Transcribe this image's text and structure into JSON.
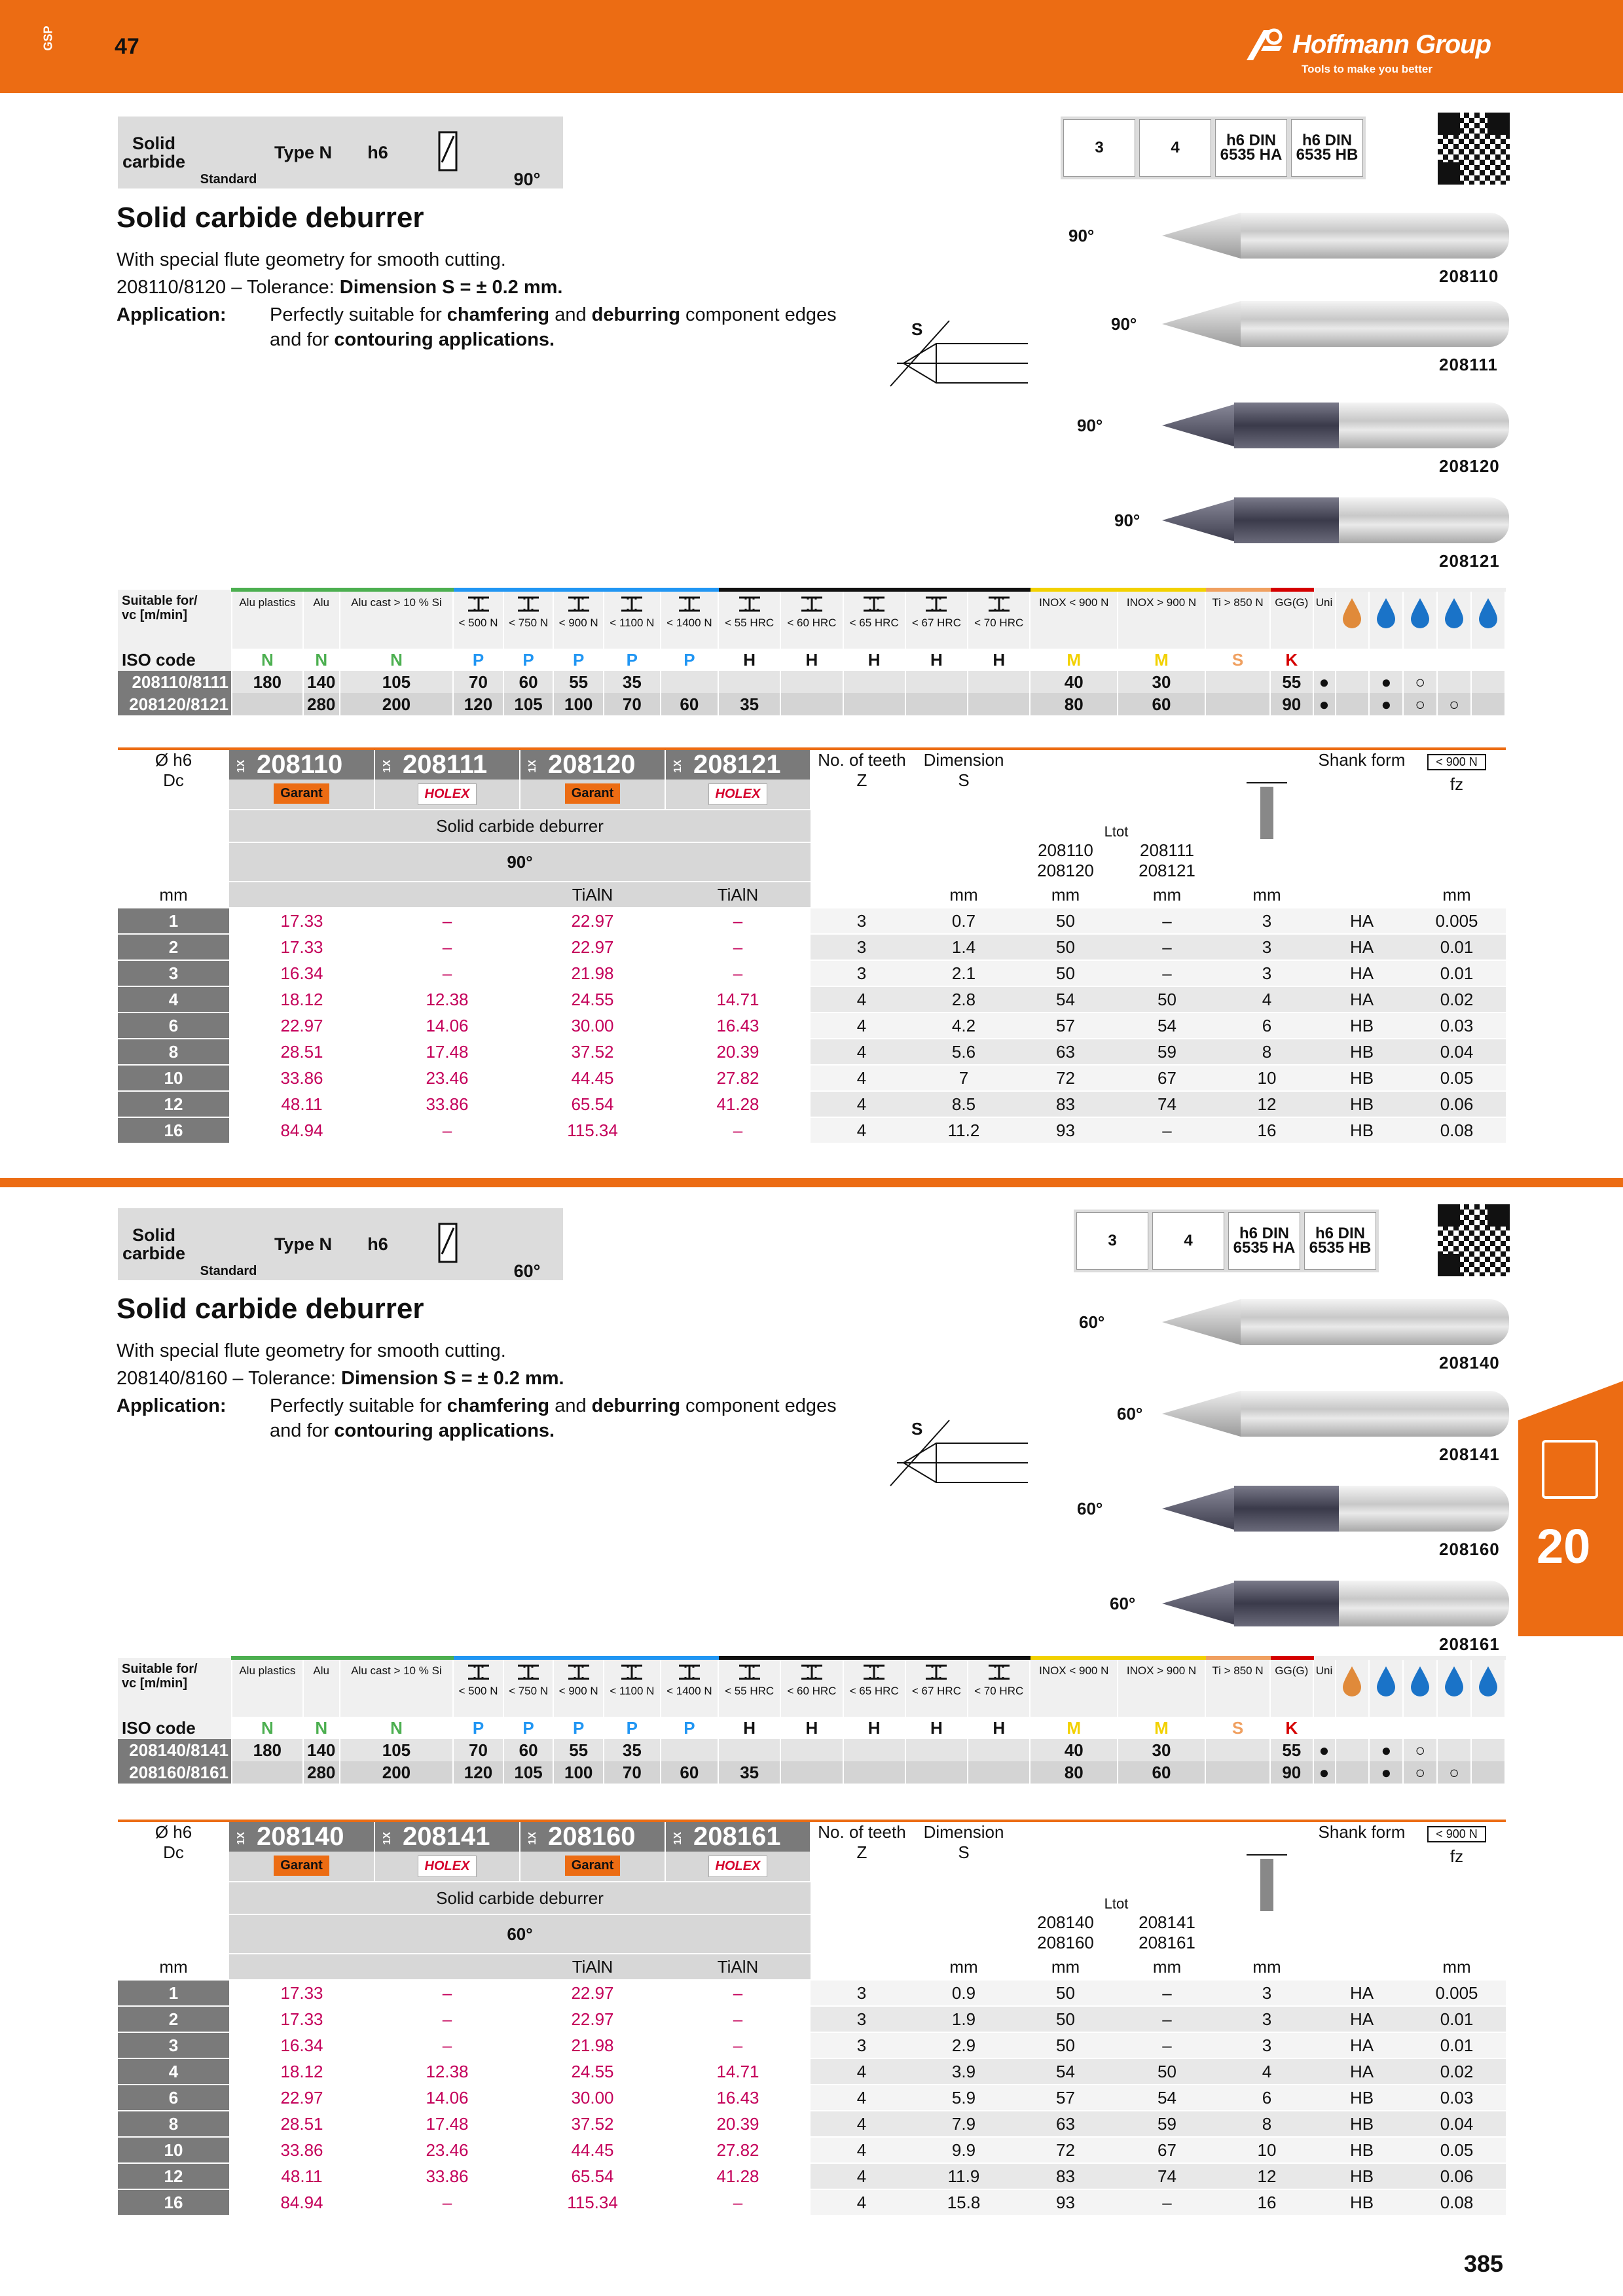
{
  "header": {
    "side_label": "GSP",
    "page_top": "47",
    "brand": "Hoffmann Group",
    "tagline": "Tools to make you better"
  },
  "page_number": "385",
  "section_tab": "20",
  "sections": [
    {
      "material": "Solid carbide",
      "standard": "Standard",
      "type": "Type N",
      "tolerance": "h6",
      "angle_badge": "90°",
      "tool_icons": [
        "3",
        "4",
        "h6 DIN 6535 HA",
        "h6 DIN 6535 HB"
      ],
      "title": "Solid carbide deburrer",
      "desc1": "With special flute geometry for smooth cutting.",
      "desc2_prefix": "208110/8120 –",
      "desc2_label": "Tolerance:",
      "desc2_value": "Dimension S = ± 0.2 mm.",
      "app_label": "Application:",
      "app_text1": "Perfectly suitable for",
      "app_b1": "chamfering",
      "app_and": "and",
      "app_b2": "deburring",
      "app_text2": "component edges",
      "app_line2_pre": "and for",
      "app_line2_b": "contouring applications.",
      "s_label": "S",
      "tools": [
        {
          "angle": "90°",
          "code": "208110",
          "dark": false
        },
        {
          "angle": "90°",
          "code": "208111",
          "dark": false
        },
        {
          "angle": "90°",
          "code": "208120",
          "dark": true
        },
        {
          "angle": "90°",
          "code": "208121",
          "dark": true
        }
      ],
      "suit": {
        "label1": "Suitable for/",
        "label2": "vc [m/min]",
        "iso_label": "ISO code",
        "cols": [
          "Alu plastics",
          "Alu",
          "Alu cast > 10 % Si",
          "< 500 N",
          "< 750 N",
          "< 900 N",
          "< 1100 N",
          "< 1400 N",
          "< 55 HRC",
          "< 60 HRC",
          "< 65 HRC",
          "< 67 HRC",
          "< 70 HRC",
          "INOX < 900 N",
          "INOX > 900 N",
          "Ti > 850 N",
          "GG(G)",
          "Uni",
          "",
          "",
          "",
          "",
          ""
        ],
        "iso": [
          "N",
          "N",
          "N",
          "P",
          "P",
          "P",
          "P",
          "P",
          "H",
          "H",
          "H",
          "H",
          "H",
          "M",
          "M",
          "S",
          "K",
          "",
          "",
          "",
          "",
          "",
          ""
        ],
        "iso_colors": [
          "#4caf50",
          "#4caf50",
          "#4caf50",
          "#2196f3",
          "#2196f3",
          "#2196f3",
          "#2196f3",
          "#2196f3",
          "#111",
          "#111",
          "#111",
          "#111",
          "#111",
          "#f2d100",
          "#f2d100",
          "#f0a060",
          "#d50000",
          "",
          "",
          "",
          "",
          "",
          ""
        ],
        "rows": [
          {
            "label": "208110/8111",
            "vals": [
              "180",
              "140",
              "105",
              "70",
              "60",
              "55",
              "35",
              "",
              "",
              "",
              "",
              "",
              "",
              "40",
              "30",
              "",
              "55",
              "●",
              "",
              "●",
              "○",
              ""
            ]
          },
          {
            "label": "208120/8121",
            "vals": [
              "",
              "280",
              "200",
              "120",
              "105",
              "100",
              "70",
              "60",
              "35",
              "",
              "",
              "",
              "",
              "80",
              "60",
              "",
              "90",
              "●",
              "",
              "●",
              "○",
              "○"
            ]
          }
        ]
      },
      "table": {
        "dc_label": "Ø h6",
        "dc_sub": "Dc",
        "orders": [
          {
            "pack": "1X",
            "code": "208110",
            "brand": "Garant"
          },
          {
            "pack": "1X",
            "code": "208111",
            "brand": "HOLEX"
          },
          {
            "pack": "1X",
            "code": "208120",
            "brand": "Garant"
          },
          {
            "pack": "1X",
            "code": "208121",
            "brand": "HOLEX"
          }
        ],
        "desc": "Solid carbide deburrer",
        "angle": "90°",
        "coat3": "TiAlN",
        "coat4": "TiAlN",
        "h_teeth": "No. of teeth",
        "h_teeth_sub": "Z",
        "h_dim": "Dimension",
        "h_dim_sub": "S",
        "h_ltot_a": "208110",
        "h_ltot_b": "208120",
        "h_ltot_c": "208111",
        "h_ltot_d": "208121",
        "ltot_label": "Ltot",
        "h_shank": "Shank form",
        "fz_top": "< 900 N",
        "fz_label": "fz",
        "units": [
          "mm",
          "mm",
          "mm",
          "mm",
          "mm",
          "mm"
        ],
        "rows": [
          [
            "1",
            "17.33",
            "–",
            "22.97",
            "–",
            "3",
            "0.7",
            "50",
            "–",
            "3",
            "HA",
            "0.005"
          ],
          [
            "2",
            "17.33",
            "–",
            "22.97",
            "–",
            "3",
            "1.4",
            "50",
            "–",
            "3",
            "HA",
            "0.01"
          ],
          [
            "3",
            "16.34",
            "–",
            "21.98",
            "–",
            "3",
            "2.1",
            "50",
            "–",
            "3",
            "HA",
            "0.01"
          ],
          [
            "4",
            "18.12",
            "12.38",
            "24.55",
            "14.71",
            "4",
            "2.8",
            "54",
            "50",
            "4",
            "HA",
            "0.02"
          ],
          [
            "6",
            "22.97",
            "14.06",
            "30.00",
            "16.43",
            "4",
            "4.2",
            "57",
            "54",
            "6",
            "HB",
            "0.03"
          ],
          [
            "8",
            "28.51",
            "17.48",
            "37.52",
            "20.39",
            "4",
            "5.6",
            "63",
            "59",
            "8",
            "HB",
            "0.04"
          ],
          [
            "10",
            "33.86",
            "23.46",
            "44.45",
            "27.82",
            "4",
            "7",
            "72",
            "67",
            "10",
            "HB",
            "0.05"
          ],
          [
            "12",
            "48.11",
            "33.86",
            "65.54",
            "41.28",
            "4",
            "8.5",
            "83",
            "74",
            "12",
            "HB",
            "0.06"
          ],
          [
            "16",
            "84.94",
            "–",
            "115.34",
            "–",
            "4",
            "11.2",
            "93",
            "–",
            "16",
            "HB",
            "0.08"
          ]
        ]
      }
    },
    {
      "material": "Solid carbide",
      "standard": "Standard",
      "type": "Type N",
      "tolerance": "h6",
      "angle_badge": "60°",
      "tool_icons": [
        "3",
        "4",
        "h6 DIN 6535 HA",
        "h6 DIN 6535 HB"
      ],
      "title": "Solid carbide deburrer",
      "desc1": "With special flute geometry for smooth cutting.",
      "desc2_prefix": "208140/8160 –",
      "desc2_label": "Tolerance:",
      "desc2_value": "Dimension S = ± 0.2 mm.",
      "app_label": "Application:",
      "app_text1": "Perfectly suitable for",
      "app_b1": "chamfering",
      "app_and": "and",
      "app_b2": "deburring",
      "app_text2": "component edges",
      "app_line2_pre": "and for",
      "app_line2_b": "contouring applications.",
      "s_label": "S",
      "tools": [
        {
          "angle": "60°",
          "code": "208140",
          "dark": false
        },
        {
          "angle": "60°",
          "code": "208141",
          "dark": false
        },
        {
          "angle": "60°",
          "code": "208160",
          "dark": true
        },
        {
          "angle": "60°",
          "code": "208161",
          "dark": true
        }
      ],
      "suit": {
        "label1": "Suitable for/",
        "label2": "vc [m/min]",
        "iso_label": "ISO code",
        "cols": [
          "Alu plastics",
          "Alu",
          "Alu cast > 10 % Si",
          "< 500 N",
          "< 750 N",
          "< 900 N",
          "< 1100 N",
          "< 1400 N",
          "< 55 HRC",
          "< 60 HRC",
          "< 65 HRC",
          "< 67 HRC",
          "< 70 HRC",
          "INOX < 900 N",
          "INOX > 900 N",
          "Ti > 850 N",
          "GG(G)",
          "Uni",
          "",
          "",
          "",
          "",
          ""
        ],
        "iso": [
          "N",
          "N",
          "N",
          "P",
          "P",
          "P",
          "P",
          "P",
          "H",
          "H",
          "H",
          "H",
          "H",
          "M",
          "M",
          "S",
          "K",
          "",
          "",
          "",
          "",
          "",
          ""
        ],
        "iso_colors": [
          "#4caf50",
          "#4caf50",
          "#4caf50",
          "#2196f3",
          "#2196f3",
          "#2196f3",
          "#2196f3",
          "#2196f3",
          "#111",
          "#111",
          "#111",
          "#111",
          "#111",
          "#f2d100",
          "#f2d100",
          "#f0a060",
          "#d50000",
          "",
          "",
          "",
          "",
          "",
          ""
        ],
        "rows": [
          {
            "label": "208140/8141",
            "vals": [
              "180",
              "140",
              "105",
              "70",
              "60",
              "55",
              "35",
              "",
              "",
              "",
              "",
              "",
              "",
              "40",
              "30",
              "",
              "55",
              "●",
              "",
              "●",
              "○",
              ""
            ]
          },
          {
            "label": "208160/8161",
            "vals": [
              "",
              "280",
              "200",
              "120",
              "105",
              "100",
              "70",
              "60",
              "35",
              "",
              "",
              "",
              "",
              "80",
              "60",
              "",
              "90",
              "●",
              "",
              "●",
              "○",
              "○"
            ]
          }
        ]
      },
      "table": {
        "dc_label": "Ø h6",
        "dc_sub": "Dc",
        "orders": [
          {
            "pack": "1X",
            "code": "208140",
            "brand": "Garant"
          },
          {
            "pack": "1X",
            "code": "208141",
            "brand": "HOLEX"
          },
          {
            "pack": "1X",
            "code": "208160",
            "brand": "Garant"
          },
          {
            "pack": "1X",
            "code": "208161",
            "brand": "HOLEX"
          }
        ],
        "desc": "Solid carbide deburrer",
        "angle": "60°",
        "coat3": "TiAlN",
        "coat4": "TiAlN",
        "h_teeth": "No. of teeth",
        "h_teeth_sub": "Z",
        "h_dim": "Dimension",
        "h_dim_sub": "S",
        "h_ltot_a": "208140",
        "h_ltot_b": "208160",
        "h_ltot_c": "208141",
        "h_ltot_d": "208161",
        "ltot_label": "Ltot",
        "h_shank": "Shank form",
        "fz_top": "< 900 N",
        "fz_label": "fz",
        "units": [
          "mm",
          "mm",
          "mm",
          "mm",
          "mm",
          "mm"
        ],
        "rows": [
          [
            "1",
            "17.33",
            "–",
            "22.97",
            "–",
            "3",
            "0.9",
            "50",
            "–",
            "3",
            "HA",
            "0.005"
          ],
          [
            "2",
            "17.33",
            "–",
            "22.97",
            "–",
            "3",
            "1.9",
            "50",
            "–",
            "3",
            "HA",
            "0.01"
          ],
          [
            "3",
            "16.34",
            "–",
            "21.98",
            "–",
            "3",
            "2.9",
            "50",
            "–",
            "3",
            "HA",
            "0.01"
          ],
          [
            "4",
            "18.12",
            "12.38",
            "24.55",
            "14.71",
            "4",
            "3.9",
            "54",
            "50",
            "4",
            "HA",
            "0.02"
          ],
          [
            "6",
            "22.97",
            "14.06",
            "30.00",
            "16.43",
            "4",
            "5.9",
            "57",
            "54",
            "6",
            "HB",
            "0.03"
          ],
          [
            "8",
            "28.51",
            "17.48",
            "37.52",
            "20.39",
            "4",
            "7.9",
            "63",
            "59",
            "8",
            "HB",
            "0.04"
          ],
          [
            "10",
            "33.86",
            "23.46",
            "44.45",
            "27.82",
            "4",
            "9.9",
            "72",
            "67",
            "10",
            "HB",
            "0.05"
          ],
          [
            "12",
            "48.11",
            "33.86",
            "65.54",
            "41.28",
            "4",
            "11.9",
            "83",
            "74",
            "12",
            "HB",
            "0.06"
          ],
          [
            "16",
            "84.94",
            "–",
            "115.34",
            "–",
            "4",
            "15.8",
            "93",
            "–",
            "16",
            "HB",
            "0.08"
          ]
        ]
      }
    }
  ]
}
